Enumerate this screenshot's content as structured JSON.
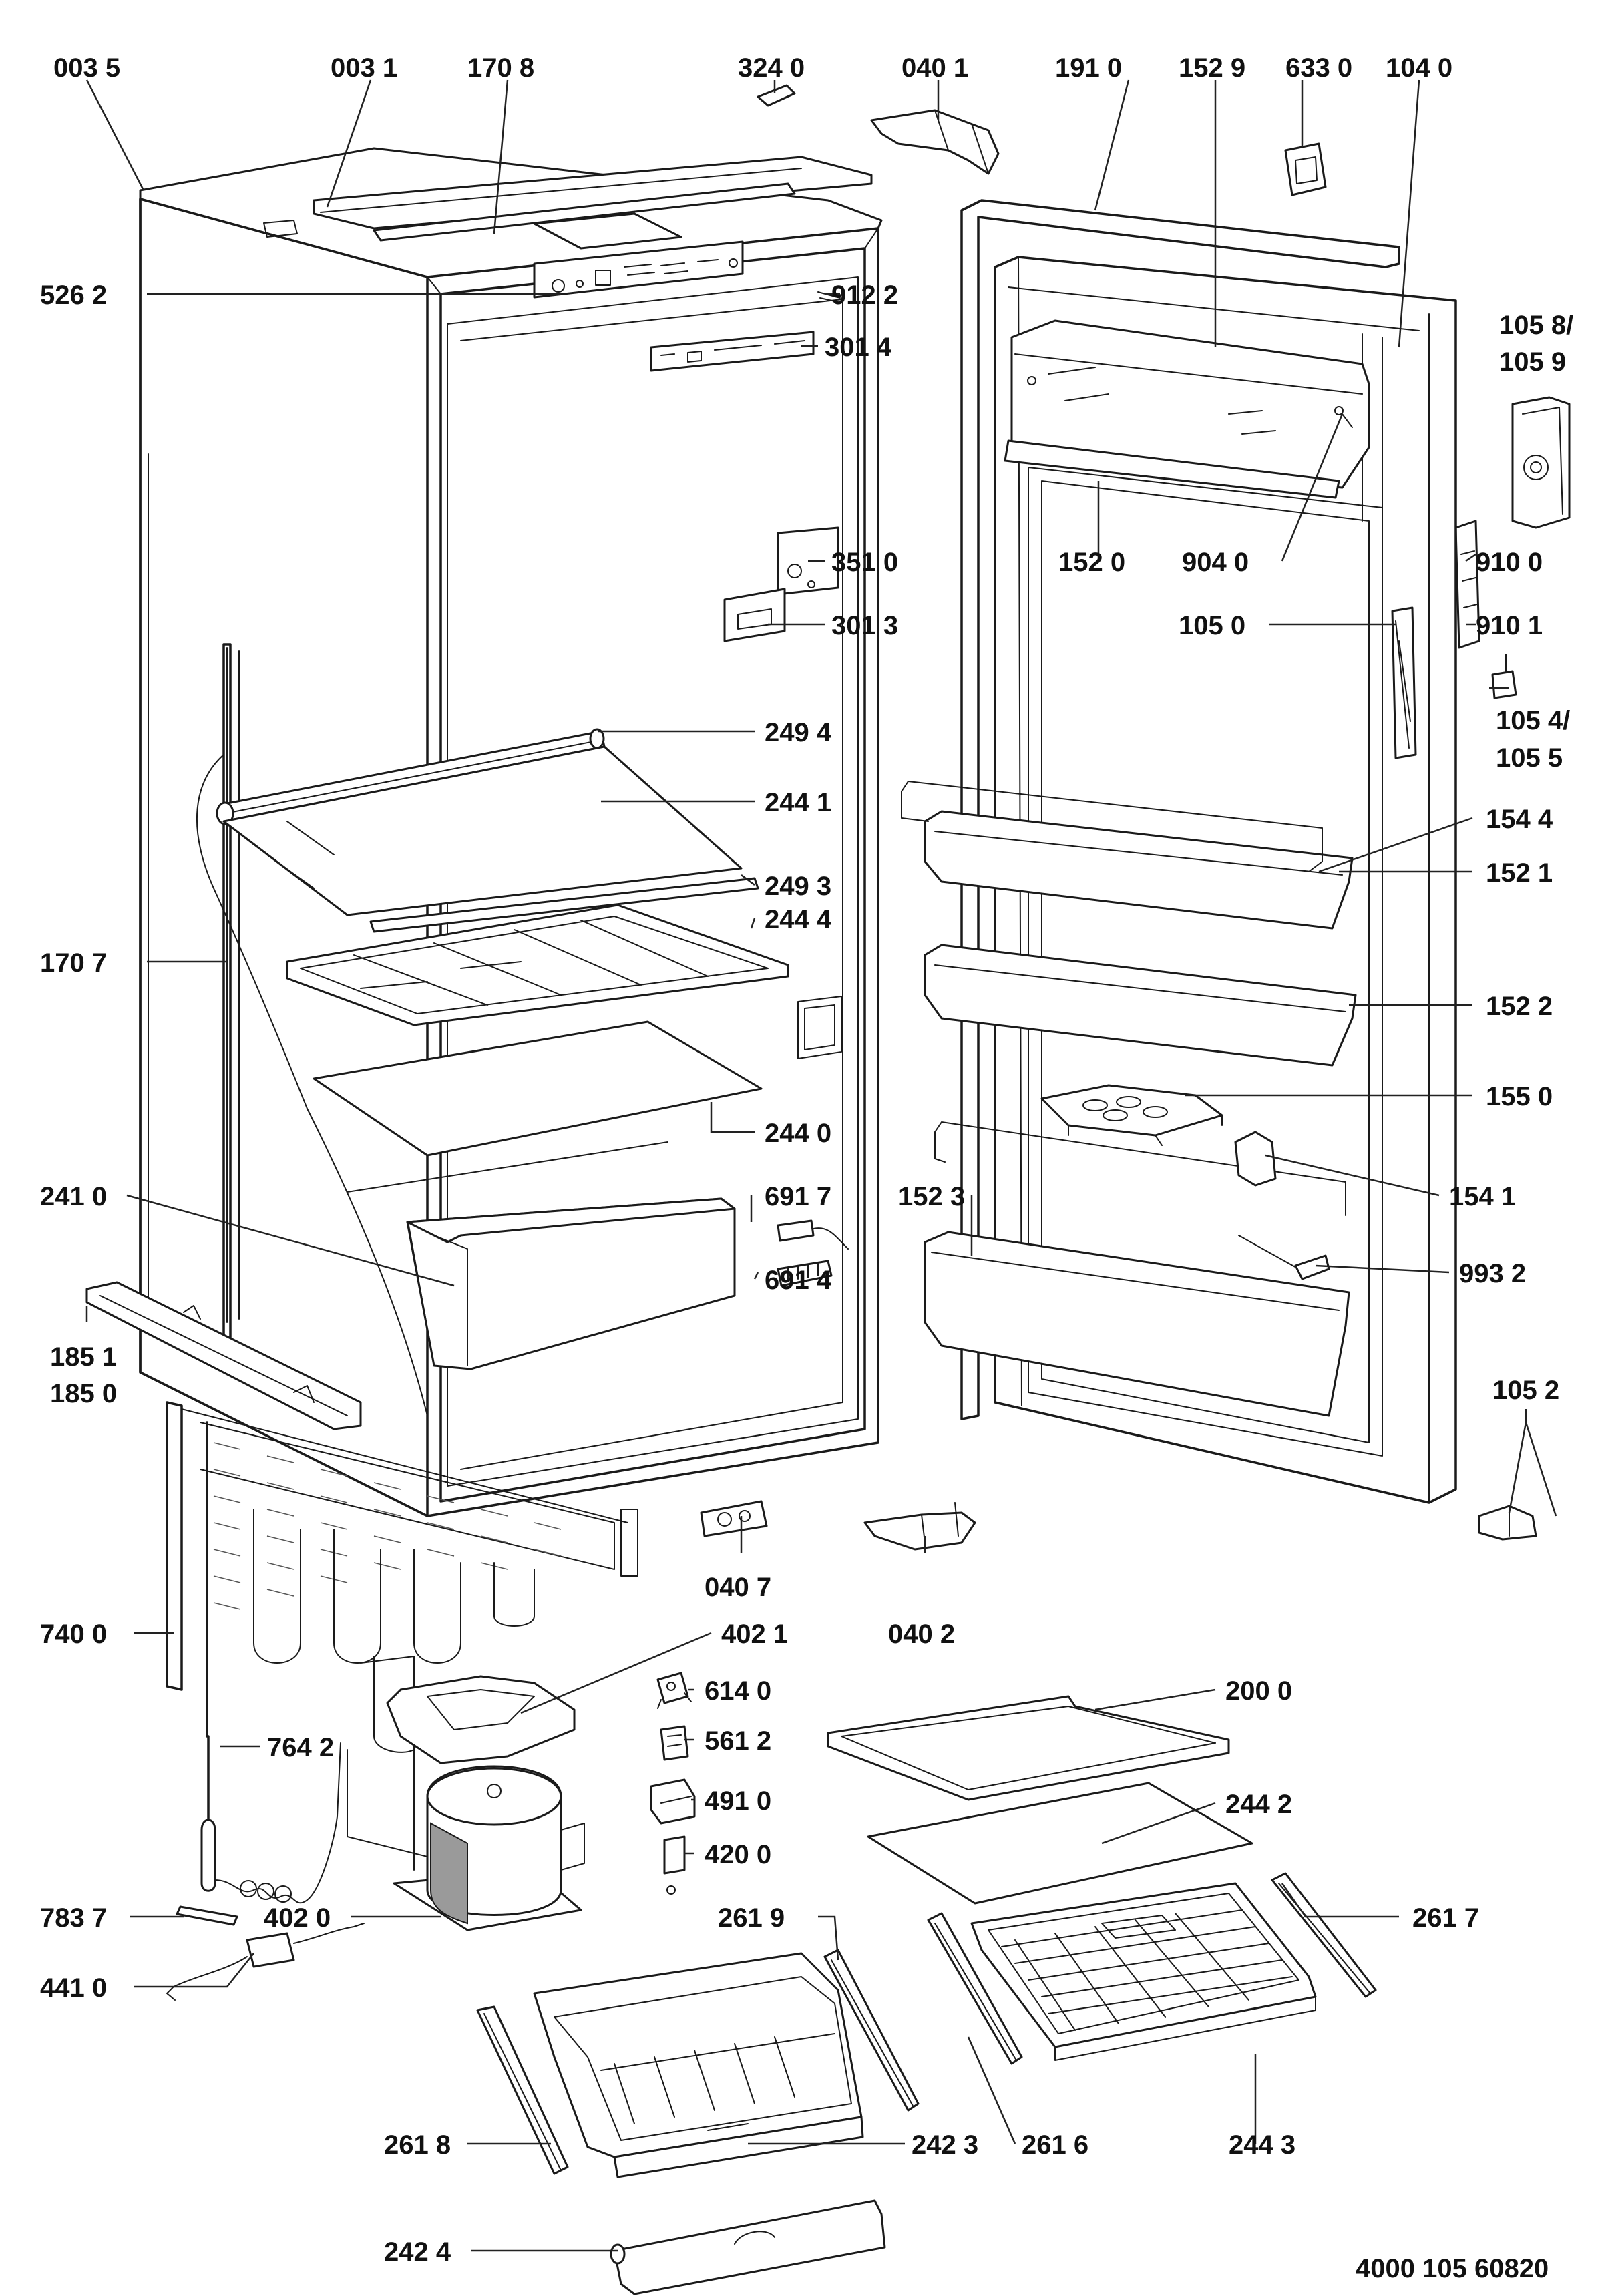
{
  "diagram_code": "4000 105 60820",
  "labels": {
    "l0035": "003 5",
    "l0031": "003 1",
    "l1708": "170 8",
    "l3240": "324 0",
    "l0401": "040 1",
    "l1910": "191 0",
    "l1529": "152 9",
    "l6330": "633 0",
    "l1040": "104 0",
    "l5262": "526 2",
    "l9122": "912 2",
    "l3014": "301 4",
    "l1058a": "105 8/",
    "l1058b": "105 9",
    "l1520": "152 0",
    "l9040": "904 0",
    "l9100": "910 0",
    "l3510": "351 0",
    "l3013": "301 3",
    "l1050": "105 0",
    "l9101": "910 1",
    "l1054a": "105 4/",
    "l1054b": "105 5",
    "l2494": "249 4",
    "l2441": "244 1",
    "l2493": "249 3",
    "l2444": "244 4",
    "l1544": "154 4",
    "l1521": "152 1",
    "l1707": "170 7",
    "l1522": "152 2",
    "l1550": "155 0",
    "l2440": "244 0",
    "l2410": "241 0",
    "l6917": "691 7",
    "l1523": "152 3",
    "l1541": "154 1",
    "l6914": "691 4",
    "l9932": "993 2",
    "l1851": "185 1",
    "l1850": "185 0",
    "l1052": "105 2",
    "l0407": "040 7",
    "l0402": "040 2",
    "l7400": "740 0",
    "l4021": "402 1",
    "l6140": "614 0",
    "l2000": "200 0",
    "l7642": "764 2",
    "l5612": "561 2",
    "l4910": "491 0",
    "l2442": "244 2",
    "l4200": "420 0",
    "l7837": "783 7",
    "l4020": "402 0",
    "l2619": "261 9",
    "l2617": "261 7",
    "l4410": "441 0",
    "l2618": "261 8",
    "l2423": "242 3",
    "l2616": "261 6",
    "l2443": "244 3",
    "l2424": "242 4"
  }
}
